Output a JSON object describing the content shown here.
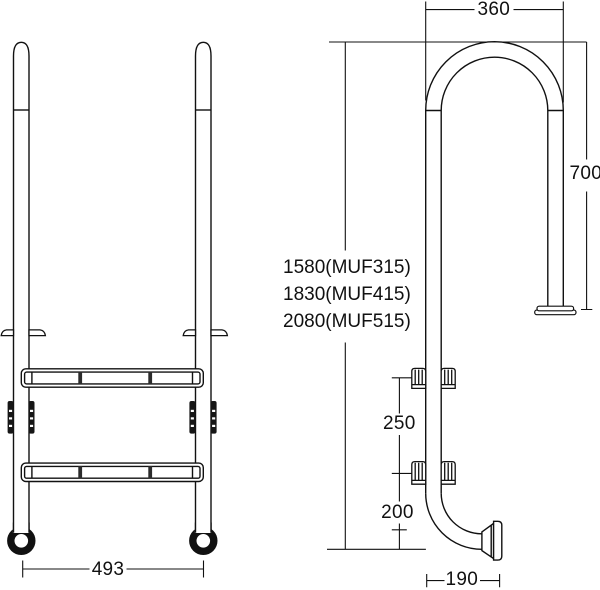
{
  "side_view": {
    "top_width": "360",
    "height": "700",
    "clamp_spacing": "250",
    "bottom_section": "200",
    "wall_offset": "190"
  },
  "front_view": {
    "base_width": "493"
  },
  "model_heights": [
    "1580(MUF315)",
    "1830(MUF415)",
    "2080(MUF515)"
  ],
  "colors": {
    "line": "#111111",
    "background": "#ffffff"
  }
}
